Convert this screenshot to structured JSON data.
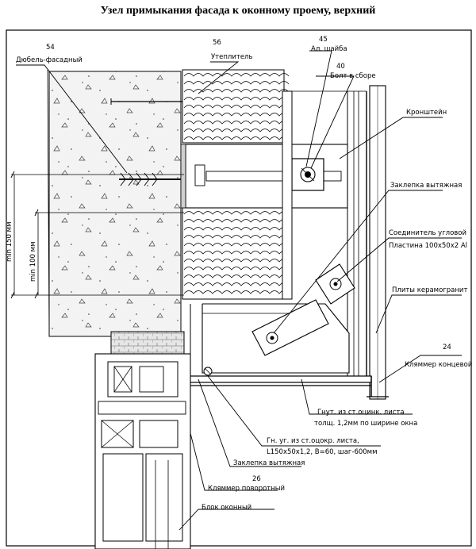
{
  "title": "Узел примыкания фасада к оконному проему, верхний",
  "callouts": {
    "dowel": {
      "num": "54",
      "text": "Дюбель-фасадный"
    },
    "insulation": {
      "num": "56",
      "text": "Утеплитель"
    },
    "washer": {
      "num": "45",
      "text": "Ал. шайба"
    },
    "bolt": {
      "num": "40",
      "text": "Болт в сборе"
    },
    "bracket": {
      "text": "Кронштейн"
    },
    "rivet_top": {
      "text": "Заклепка вытяжная"
    },
    "corner_connector": {
      "text": "Соединитель угловой"
    },
    "plate": {
      "text": "Пластина 100х50х2 Al"
    },
    "porcelain": {
      "text": "Плиты керамогранит"
    },
    "end_clip": {
      "num": "24",
      "text": "Кляммер концевой"
    },
    "bent_profile_1": "Гнут. из ст.оцинк. листа",
    "bent_profile_2": "толщ. 1,2мм по ширине окна",
    "angle_1": "Гн. уг. из ст.оцокр. листа,",
    "angle_2": "L150х50х1,2, B=60, шаг-600мм",
    "rivet_bottom": {
      "text": "Заклепка вытяжная"
    },
    "swivel_clip": {
      "num": "26",
      "text": "Кляммер поворотный"
    },
    "window_block": {
      "text": "Блок оконный"
    }
  },
  "dims": {
    "d150": "min 150 мм",
    "d100": "min 100 мм"
  }
}
